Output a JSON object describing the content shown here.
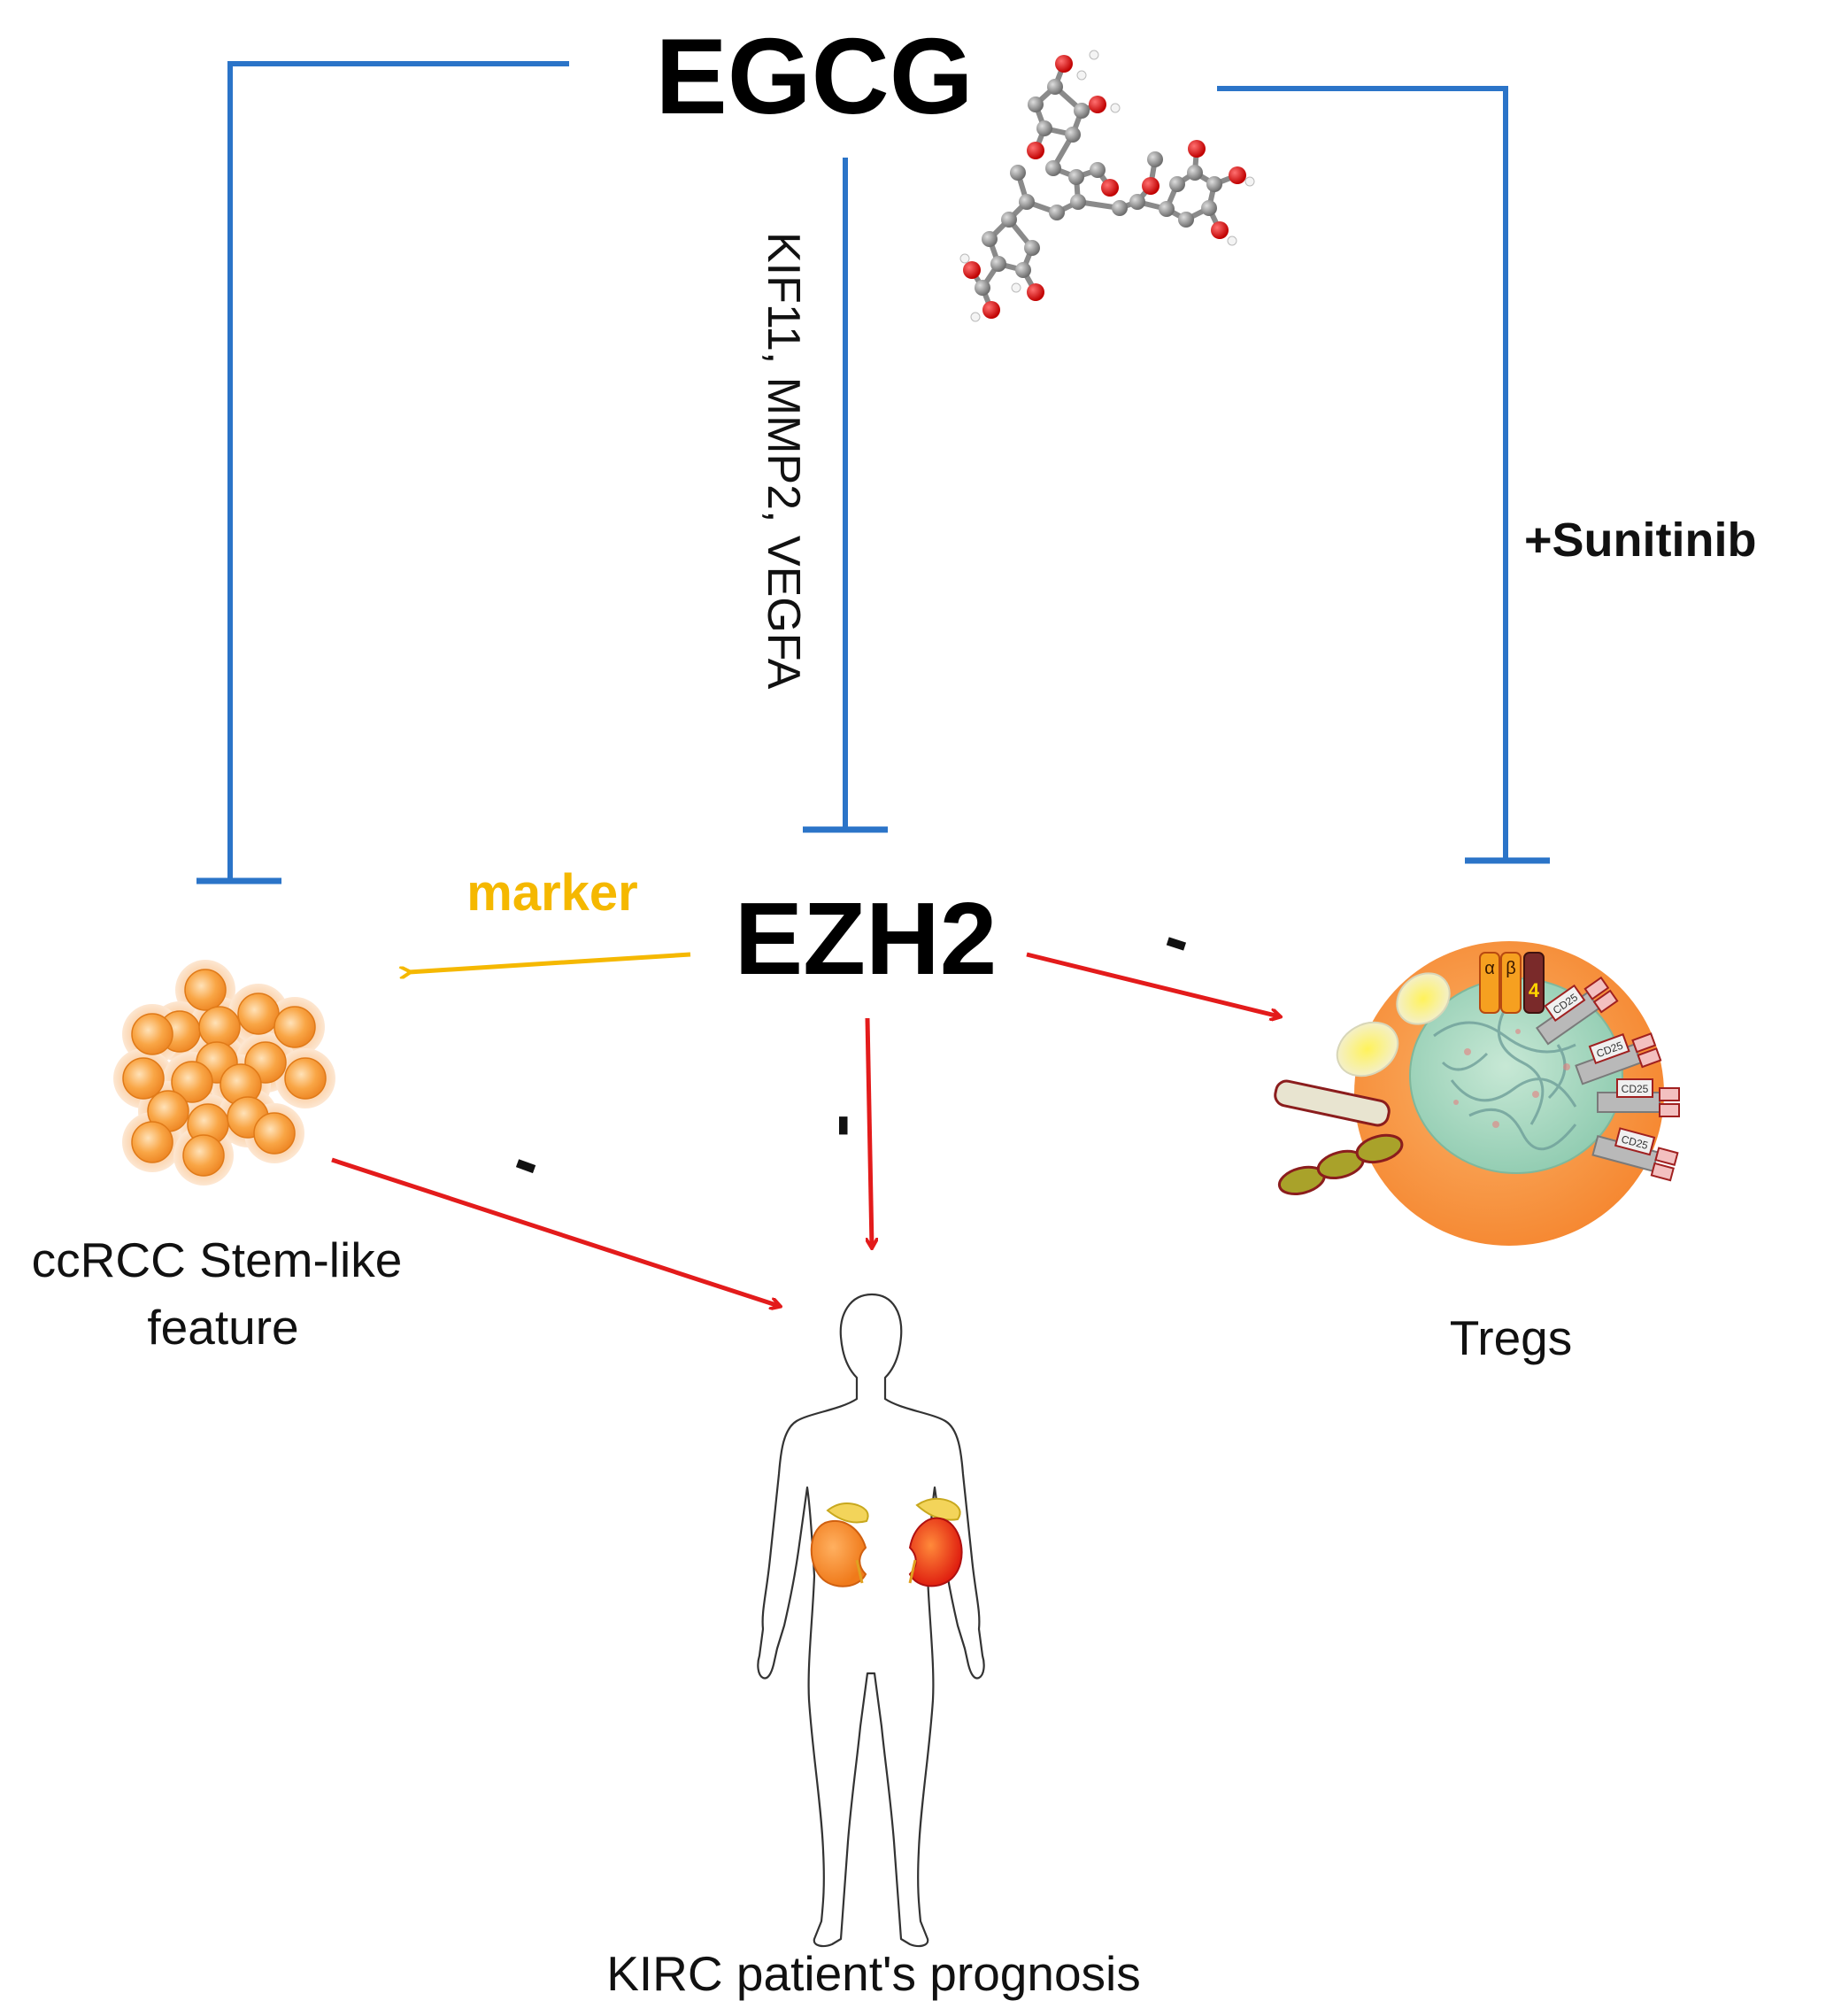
{
  "nodes": {
    "egcg": "EGCG",
    "ezh2": "EZH2",
    "stem": [
      "ccRCC Stem-like",
      "feature"
    ],
    "tregs": "Tregs",
    "patient": "KIRC patient's prognosis"
  },
  "edges": {
    "egcg_to_ezh2_label": "KIF11, MMP2, VEGFA",
    "egcg_to_tregs_label": "+Sunitinib",
    "ezh2_to_stem_label": "marker",
    "negative_sign": "-"
  },
  "receptor_labels": {
    "alpha": "α",
    "beta": "β",
    "four": "4",
    "cd25": "CD25"
  },
  "colors": {
    "inhibition": "#2b74c8",
    "activation": "#e31b1b",
    "marker": "#f5b800",
    "cell_body": "#f7943c",
    "nucleus": "#a8d5c0"
  }
}
